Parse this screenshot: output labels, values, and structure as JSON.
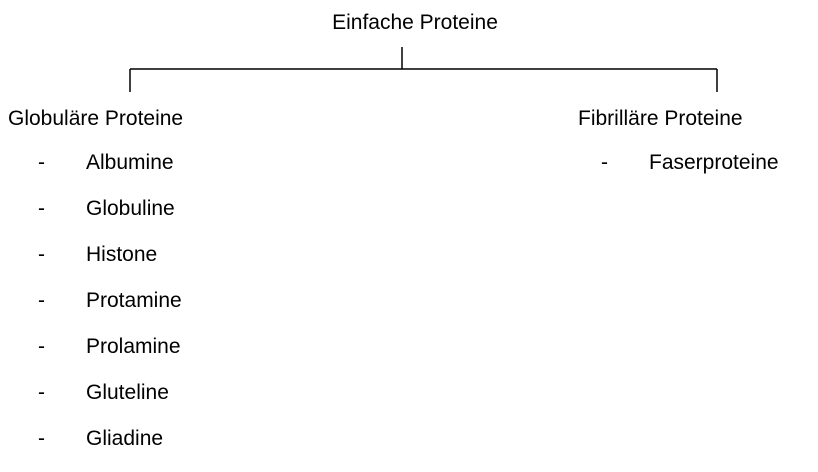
{
  "root": {
    "title": "Einfache Proteine"
  },
  "branches": [
    {
      "title": "Globuläre Proteine",
      "items": [
        "Albumine",
        "Globuline",
        "Histone",
        "Protamine",
        "Prolamine",
        "Gluteline",
        "Gliadine"
      ]
    },
    {
      "title": "Fibrilläre Proteine",
      "items": [
        "Faserproteine"
      ]
    }
  ],
  "bullet": "-"
}
